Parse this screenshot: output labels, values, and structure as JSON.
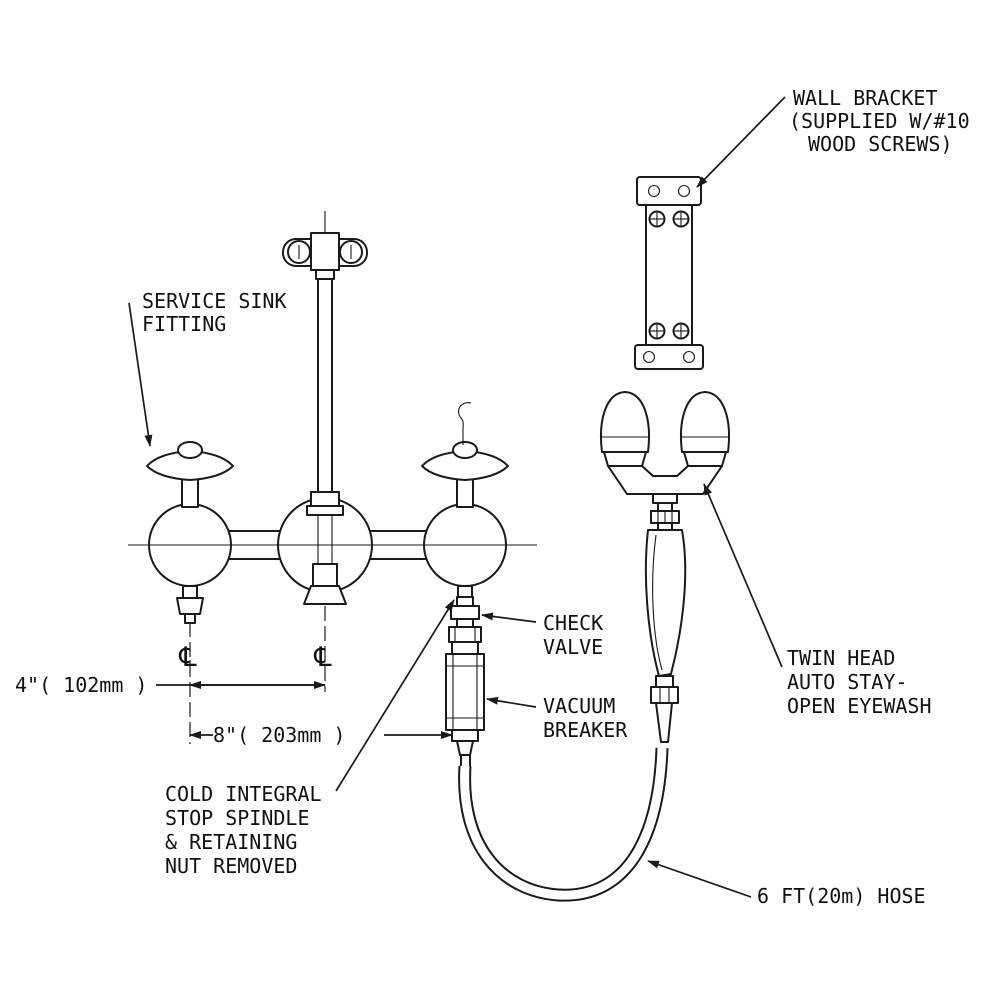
{
  "page": {
    "background": "#ffffff",
    "line_color": "#1a1a1a"
  },
  "labels": {
    "wall_bracket": {
      "lines": [
        "WALL BRACKET",
        "(SUPPLIED W/#10",
        "WOOD SCREWS)"
      ]
    },
    "service_sink": {
      "lines": [
        "SERVICE SINK",
        "FITTING"
      ]
    },
    "check_valve": {
      "lines": [
        "CHECK",
        "VALVE"
      ]
    },
    "vacuum_breaker": {
      "lines": [
        "VACUUM",
        "BREAKER"
      ]
    },
    "twin_head_eyewash": {
      "lines": [
        "TWIN HEAD",
        "AUTO STAY-",
        "OPEN EYEWASH"
      ]
    },
    "cold_integral": {
      "lines": [
        "COLD INTEGRAL",
        "STOP SPINDLE",
        "& RETAINING",
        "NUT REMOVED"
      ]
    },
    "hose": {
      "text": "6 FT(20m) HOSE"
    }
  },
  "dimensions": {
    "handle_to_center": "4\"( 102mm )",
    "handle_to_handle": "8\"( 203mm )"
  },
  "symbols": {
    "centerline": "℄"
  }
}
